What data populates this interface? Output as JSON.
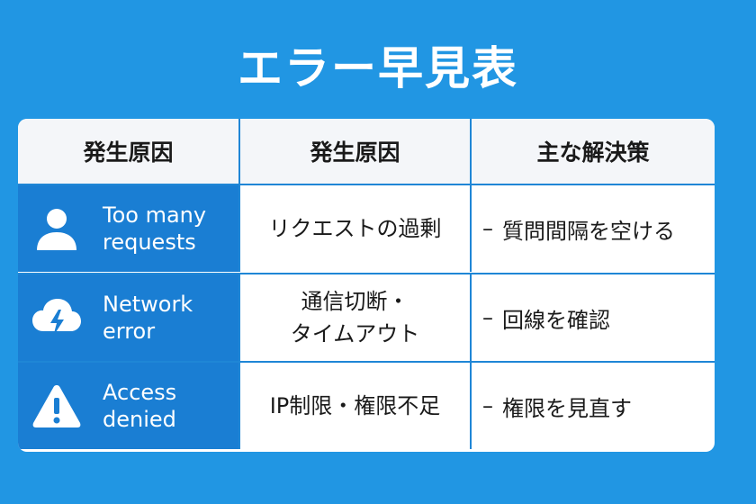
{
  "title": "エラー早見表",
  "table": {
    "headers": [
      "発生原因",
      "発生原因",
      "主な解決策"
    ],
    "rows": [
      {
        "icon": "user-icon",
        "error": "Too many\nrequests",
        "cause": "リクエストの過剰",
        "solution": "質問間隔を空ける"
      },
      {
        "icon": "cloud-lightning-icon",
        "error": "Network\nerror",
        "cause": "通信切断・\nタイムアウト",
        "solution": "回線を確認"
      },
      {
        "icon": "warning-icon",
        "error": "Access\ndenied",
        "cause": "IP制限・権限不足",
        "solution": "権限を見直す"
      }
    ],
    "bullet": "–"
  },
  "colors": {
    "background": "#2196e3",
    "label_column": "#1a7ed3",
    "header_bg": "#f4f6f9"
  }
}
